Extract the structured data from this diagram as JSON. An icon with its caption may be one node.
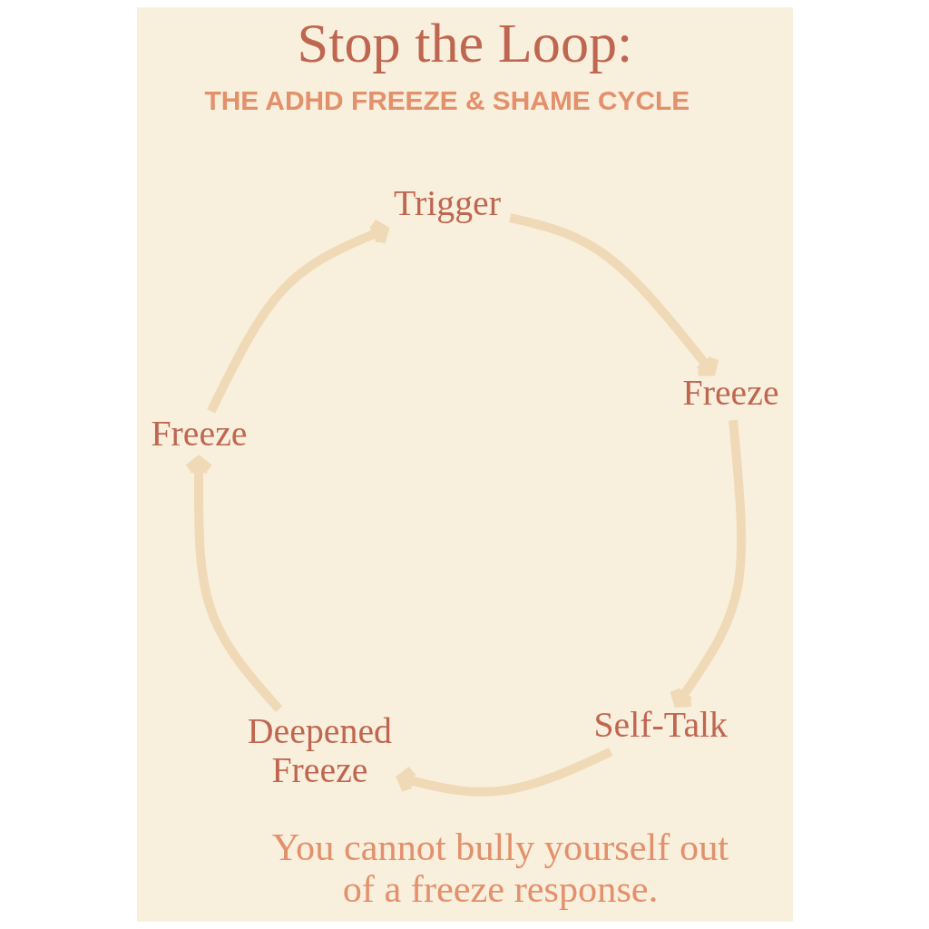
{
  "diagram": {
    "title": "Stop the Loop:",
    "caption": "You cannot bully yourself out of a freeze response.",
    "nodes": [
      {
        "text": [
          "Trigger"
        ]
      },
      {
        "text": [
          "Freeze"
        ]
      },
      {
        "text": [
          "Self-Talk"
        ]
      },
      {
        "text": [
          "Deepened Freeze"
        ]
      },
      {
        "text": [
          "Freeze"
        ]
      }
    ],
    "edges": [
      {
        "from": 0,
        "to": 1,
        "arrow": "to"
      },
      {
        "from": 1,
        "to": 2,
        "arrow": "to"
      },
      {
        "from": 2,
        "to": 3,
        "arrow": "to"
      },
      {
        "from": 3,
        "to": 4,
        "arrow": "to"
      },
      {
        "from": 4,
        "to": 0,
        "arrow": "to"
      }
    ],
    "labels": [
      "THE ADHD FREEZE & SHAME CYCLE"
    ]
  }
}
